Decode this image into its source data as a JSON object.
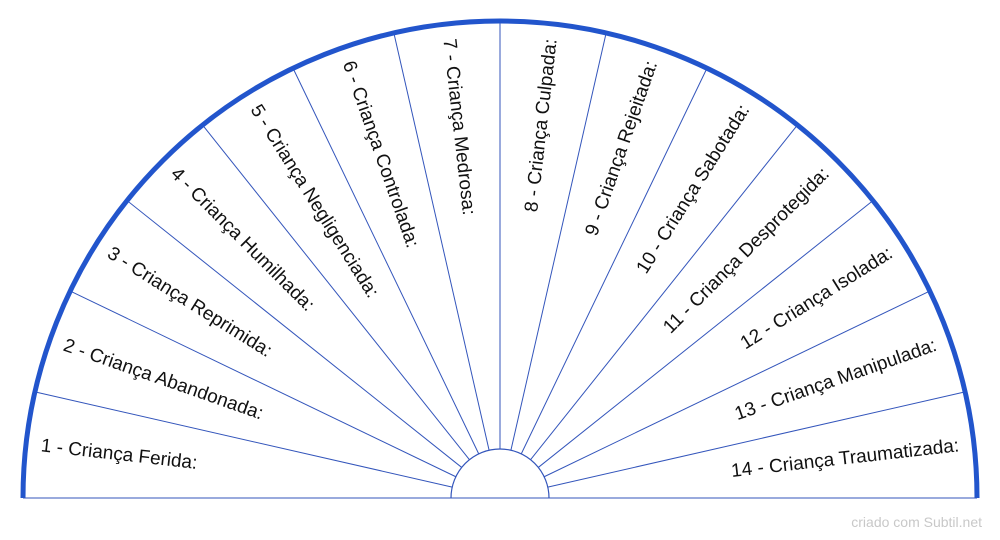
{
  "title": "",
  "colors": {
    "rim": "#2255cc",
    "lines": "#3355bb",
    "text": "#111111"
  },
  "segments": [
    "1 - Criança Ferida:",
    "2 - Criança Abandonada:",
    "3 - Criança Reprimida:",
    "4 - Criança Humilhada:",
    "5 - Criança Negligenciada:",
    "6 - Criança Controlada:",
    "7 - Criança Medrosa:",
    "8 - Criança Culpada:",
    "9 - Criança Rejeitada:",
    "10 - Criança Sabotada:",
    "11 - Criança Desprotegida:",
    "12 - Criança Isolada:",
    "13 - Criança Manipulada:",
    "14 - Criança Traumatizada:"
  ],
  "footer": {
    "credit": "criado com Subtil.net"
  }
}
